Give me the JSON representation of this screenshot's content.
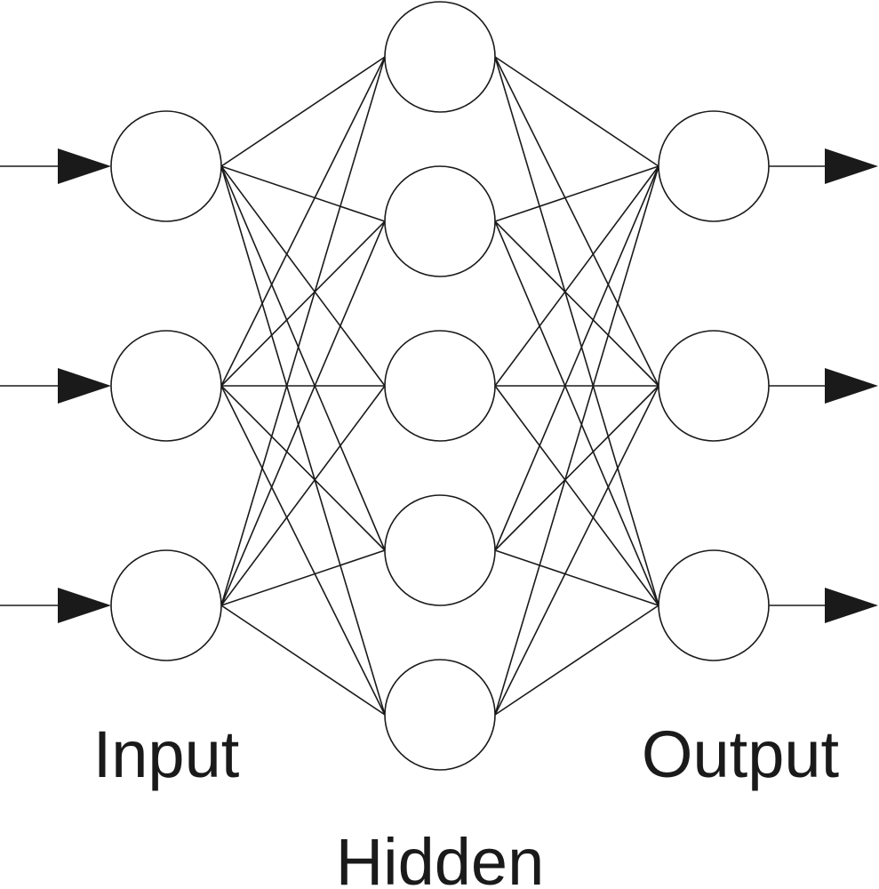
{
  "diagram": {
    "type": "neural-network",
    "layers": [
      {
        "name": "input",
        "label": "Input",
        "node_count": 3
      },
      {
        "name": "hidden",
        "label": "Hidden",
        "node_count": 5
      },
      {
        "name": "output",
        "label": "Output",
        "node_count": 3
      }
    ],
    "connectivity": "fully-connected",
    "input_arrows": 3,
    "output_arrows": 3,
    "colors": {
      "stroke": "#1a1a1a",
      "node_fill": "#ffffff",
      "background": "#ffffff"
    }
  }
}
